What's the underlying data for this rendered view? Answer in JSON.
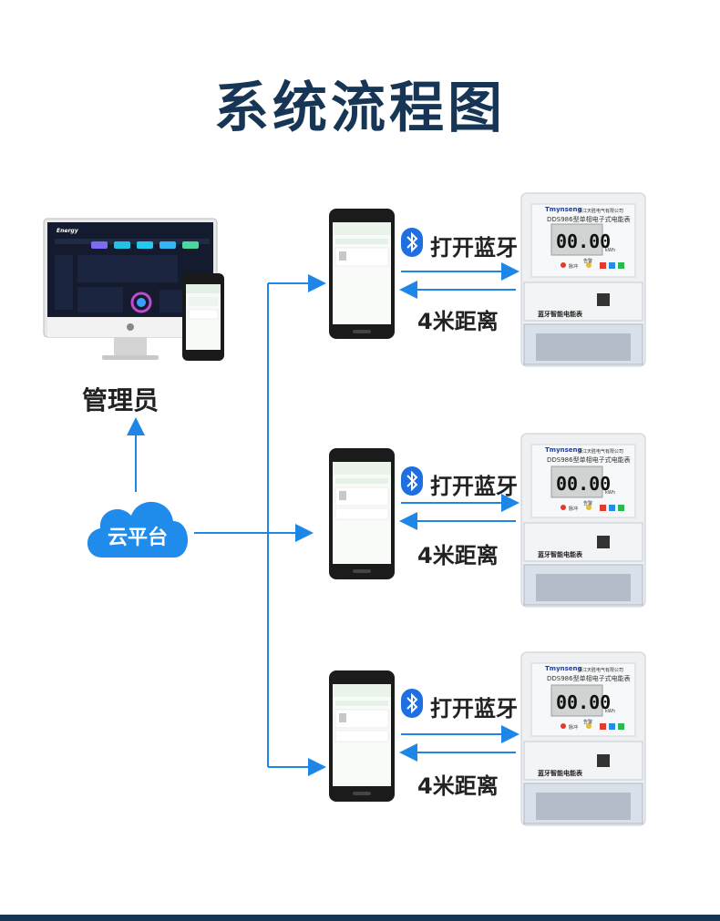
{
  "title": "系统流程图",
  "admin_label": "管理员",
  "cloud_label": "云平台",
  "desktop_logo": "Energy",
  "rows": [
    {
      "bluetooth_label": "打开蓝牙",
      "distance_label": "4米距离"
    },
    {
      "bluetooth_label": "打开蓝牙",
      "distance_label": "4米距离"
    },
    {
      "bluetooth_label": "打开蓝牙",
      "distance_label": "4米距离"
    }
  ],
  "meter": {
    "brand": "Tmynseng",
    "maker": "浙江天胜电气有限公司",
    "model": "DDS986型单相电子式电能表",
    "reading": "00.00",
    "unit": "kWh",
    "pulse_label": "脉冲",
    "alarm_label": "告警",
    "product_name": "蓝牙智能电能表"
  },
  "colors": {
    "title": "#173554",
    "flow_line": "#1e86e6",
    "cloud": "#1f8cec",
    "bluetooth": "#1f6fe0"
  }
}
